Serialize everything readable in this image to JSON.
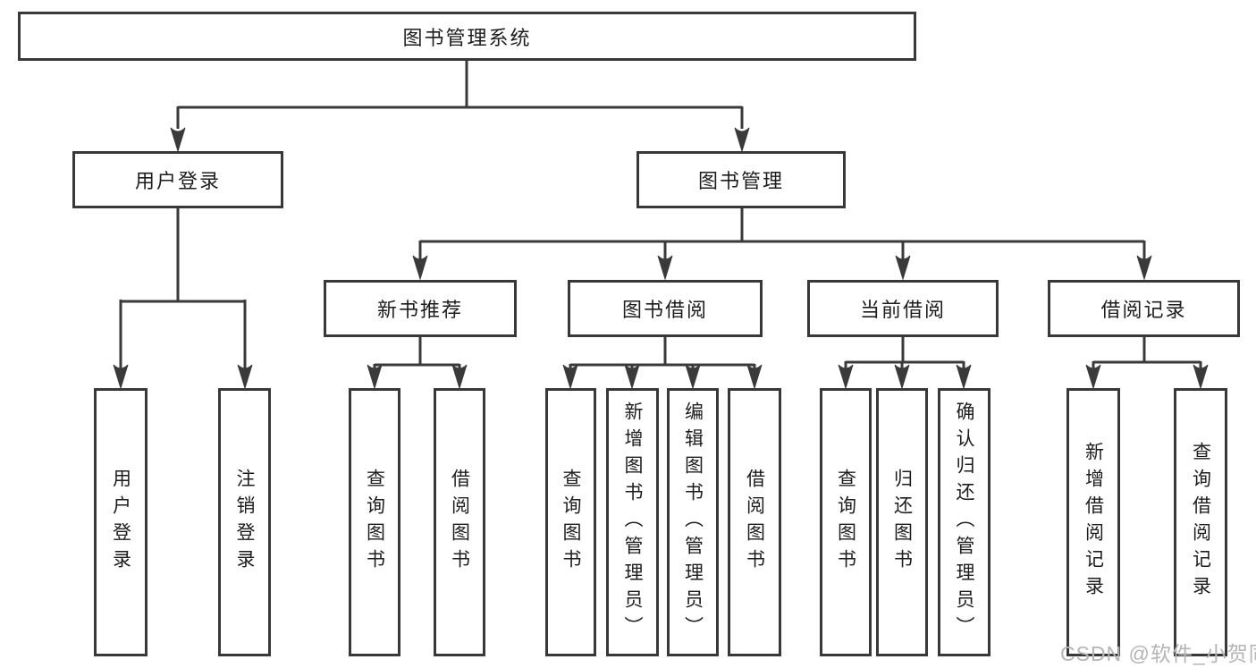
{
  "colors": {
    "line": "#3a3a3a",
    "box_border": "#383838",
    "text": "#1d1d1d",
    "box_background": "#ffffff",
    "page_background": "#ffffff",
    "watermark": "#b5b5b5"
  },
  "diagram": {
    "root": {
      "label": "图书管理系统"
    },
    "branches": [
      {
        "label": "用户登录",
        "children": [
          "用户登录",
          "注销登录"
        ]
      },
      {
        "label": "图书管理",
        "children": [
          {
            "label": "新书推荐",
            "children": [
              "查询图书",
              "借阅图书"
            ]
          },
          {
            "label": "图书借阅",
            "children": [
              "查询图书",
              "新增图书（管理员）",
              "编辑图书（管理员）",
              "借阅图书"
            ]
          },
          {
            "label": "当前借阅",
            "children": [
              "查询图书",
              "归还图书",
              "确认归还（管理员）"
            ]
          },
          {
            "label": "借阅记录",
            "children": [
              "新增借阅记录",
              "查询借阅记录"
            ]
          }
        ]
      }
    ]
  },
  "watermark": {
    "text": "CSDN @软件_小贺同学"
  }
}
